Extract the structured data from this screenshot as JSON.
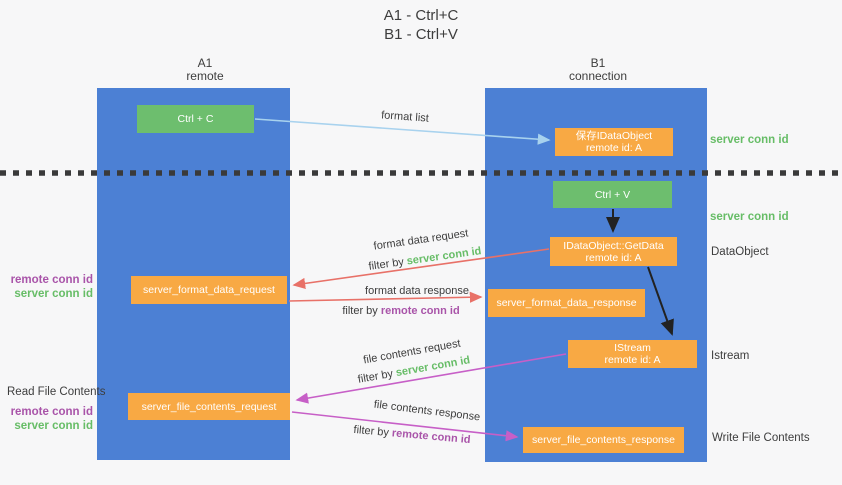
{
  "title": {
    "line1": "A1 - Ctrl+C",
    "line2": "B1 - Ctrl+V"
  },
  "columns": {
    "a1": {
      "name": "A1",
      "subtitle": "remote"
    },
    "b1": {
      "name": "B1",
      "subtitle": "connection"
    }
  },
  "boxes": {
    "ctrl_c": {
      "label": "Ctrl + C"
    },
    "save_idataobject": {
      "line1": "保存IDataObject",
      "line2": "remote id: A"
    },
    "ctrl_v": {
      "label": "Ctrl + V"
    },
    "getdata": {
      "line1": "IDataObject::GetData",
      "line2": "remote id: A"
    },
    "format_request": {
      "label": "server_format_data_request"
    },
    "format_response": {
      "label": "server_format_data_response"
    },
    "istream": {
      "line1": "IStream",
      "line2": "remote id: A"
    },
    "file_request": {
      "label": "server_file_contents_request"
    },
    "file_response": {
      "label": "server_file_contents_response"
    }
  },
  "arrow_labels": {
    "format_list": "format list",
    "format_data_request": "format data request",
    "format_data_response": "format data response",
    "file_contents_request": "file contents request",
    "file_contents_response": "file contents response",
    "filter_by": "filter by ",
    "server_conn_id": "server conn id",
    "remote_conn_id": "remote conn id"
  },
  "side_labels": {
    "server_conn_id_top": "server conn id",
    "server_conn_id_mid": "server conn id",
    "dataobject": "DataObject",
    "istream": "Istream",
    "write_file_contents": "Write File Contents",
    "read_file_contents": "Read File Contents",
    "remote_conn_id_left_1": "remote conn id",
    "server_conn_id_left_1": "server conn id",
    "remote_conn_id_left_2": "remote conn id",
    "server_conn_id_left_2": "server conn id"
  },
  "colors": {
    "lifeline_blue": "#4c80d4",
    "box_green": "#6dbe6e",
    "box_orange": "#f8a944",
    "arrow_light_blue": "#a8d2ee",
    "arrow_red": "#e87168",
    "arrow_magenta": "#c75fc7",
    "arrow_black": "#222222",
    "label_green": "#67bd67",
    "label_purple": "#a954a9",
    "text_gray": "#3d3d3d",
    "background": "#f7f7f8"
  }
}
